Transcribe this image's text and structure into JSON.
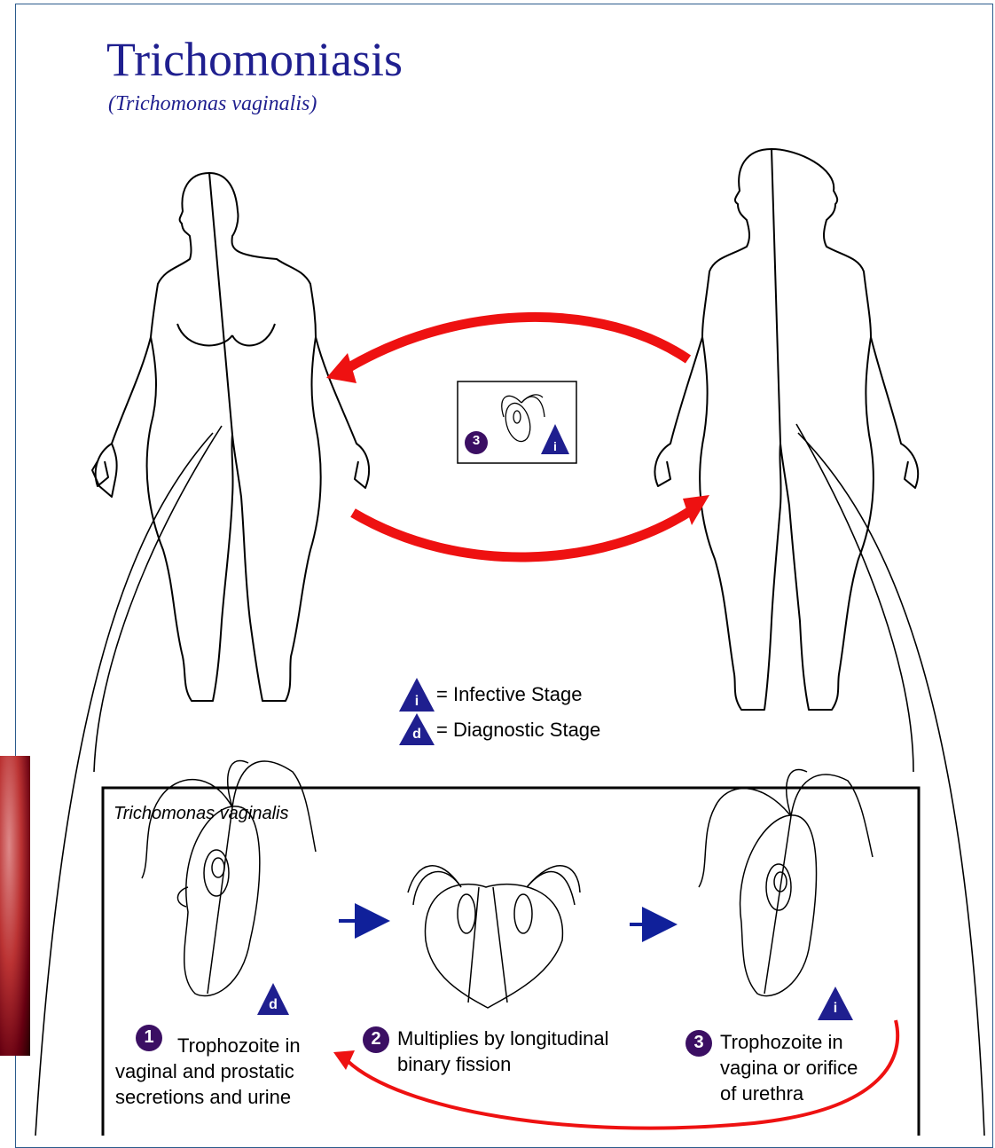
{
  "title": "Trichomoniasis",
  "subtitle": "(Trichomonas vaginalis)",
  "legend": {
    "infective_symbol": "i",
    "infective_label": "= Infective Stage",
    "diagnostic_symbol": "d",
    "diagnostic_label": "= Diagnostic Stage"
  },
  "center_box": {
    "stage_number": "3",
    "stage_symbol": "i"
  },
  "lifecycle_box": {
    "title": "Trichomonas vaginalis",
    "stages": [
      {
        "number": "1",
        "line1": "Trophozoite in",
        "line2": "vaginal and prostatic",
        "line3": "secretions and urine",
        "symbol": "d"
      },
      {
        "number": "2",
        "line1": "Multiplies by longitudinal",
        "line2": "binary fission",
        "line3": ""
      },
      {
        "number": "3",
        "line1": "Trophozoite in",
        "line2": "vagina or orifice",
        "line3": "of urethra",
        "symbol": "i"
      }
    ]
  },
  "colors": {
    "title": "#1f1f8f",
    "badge": "#1f1f8f",
    "number_circle": "#3b0f63",
    "arrow_red": "#ee1111",
    "arrow_blue": "#10209a"
  }
}
